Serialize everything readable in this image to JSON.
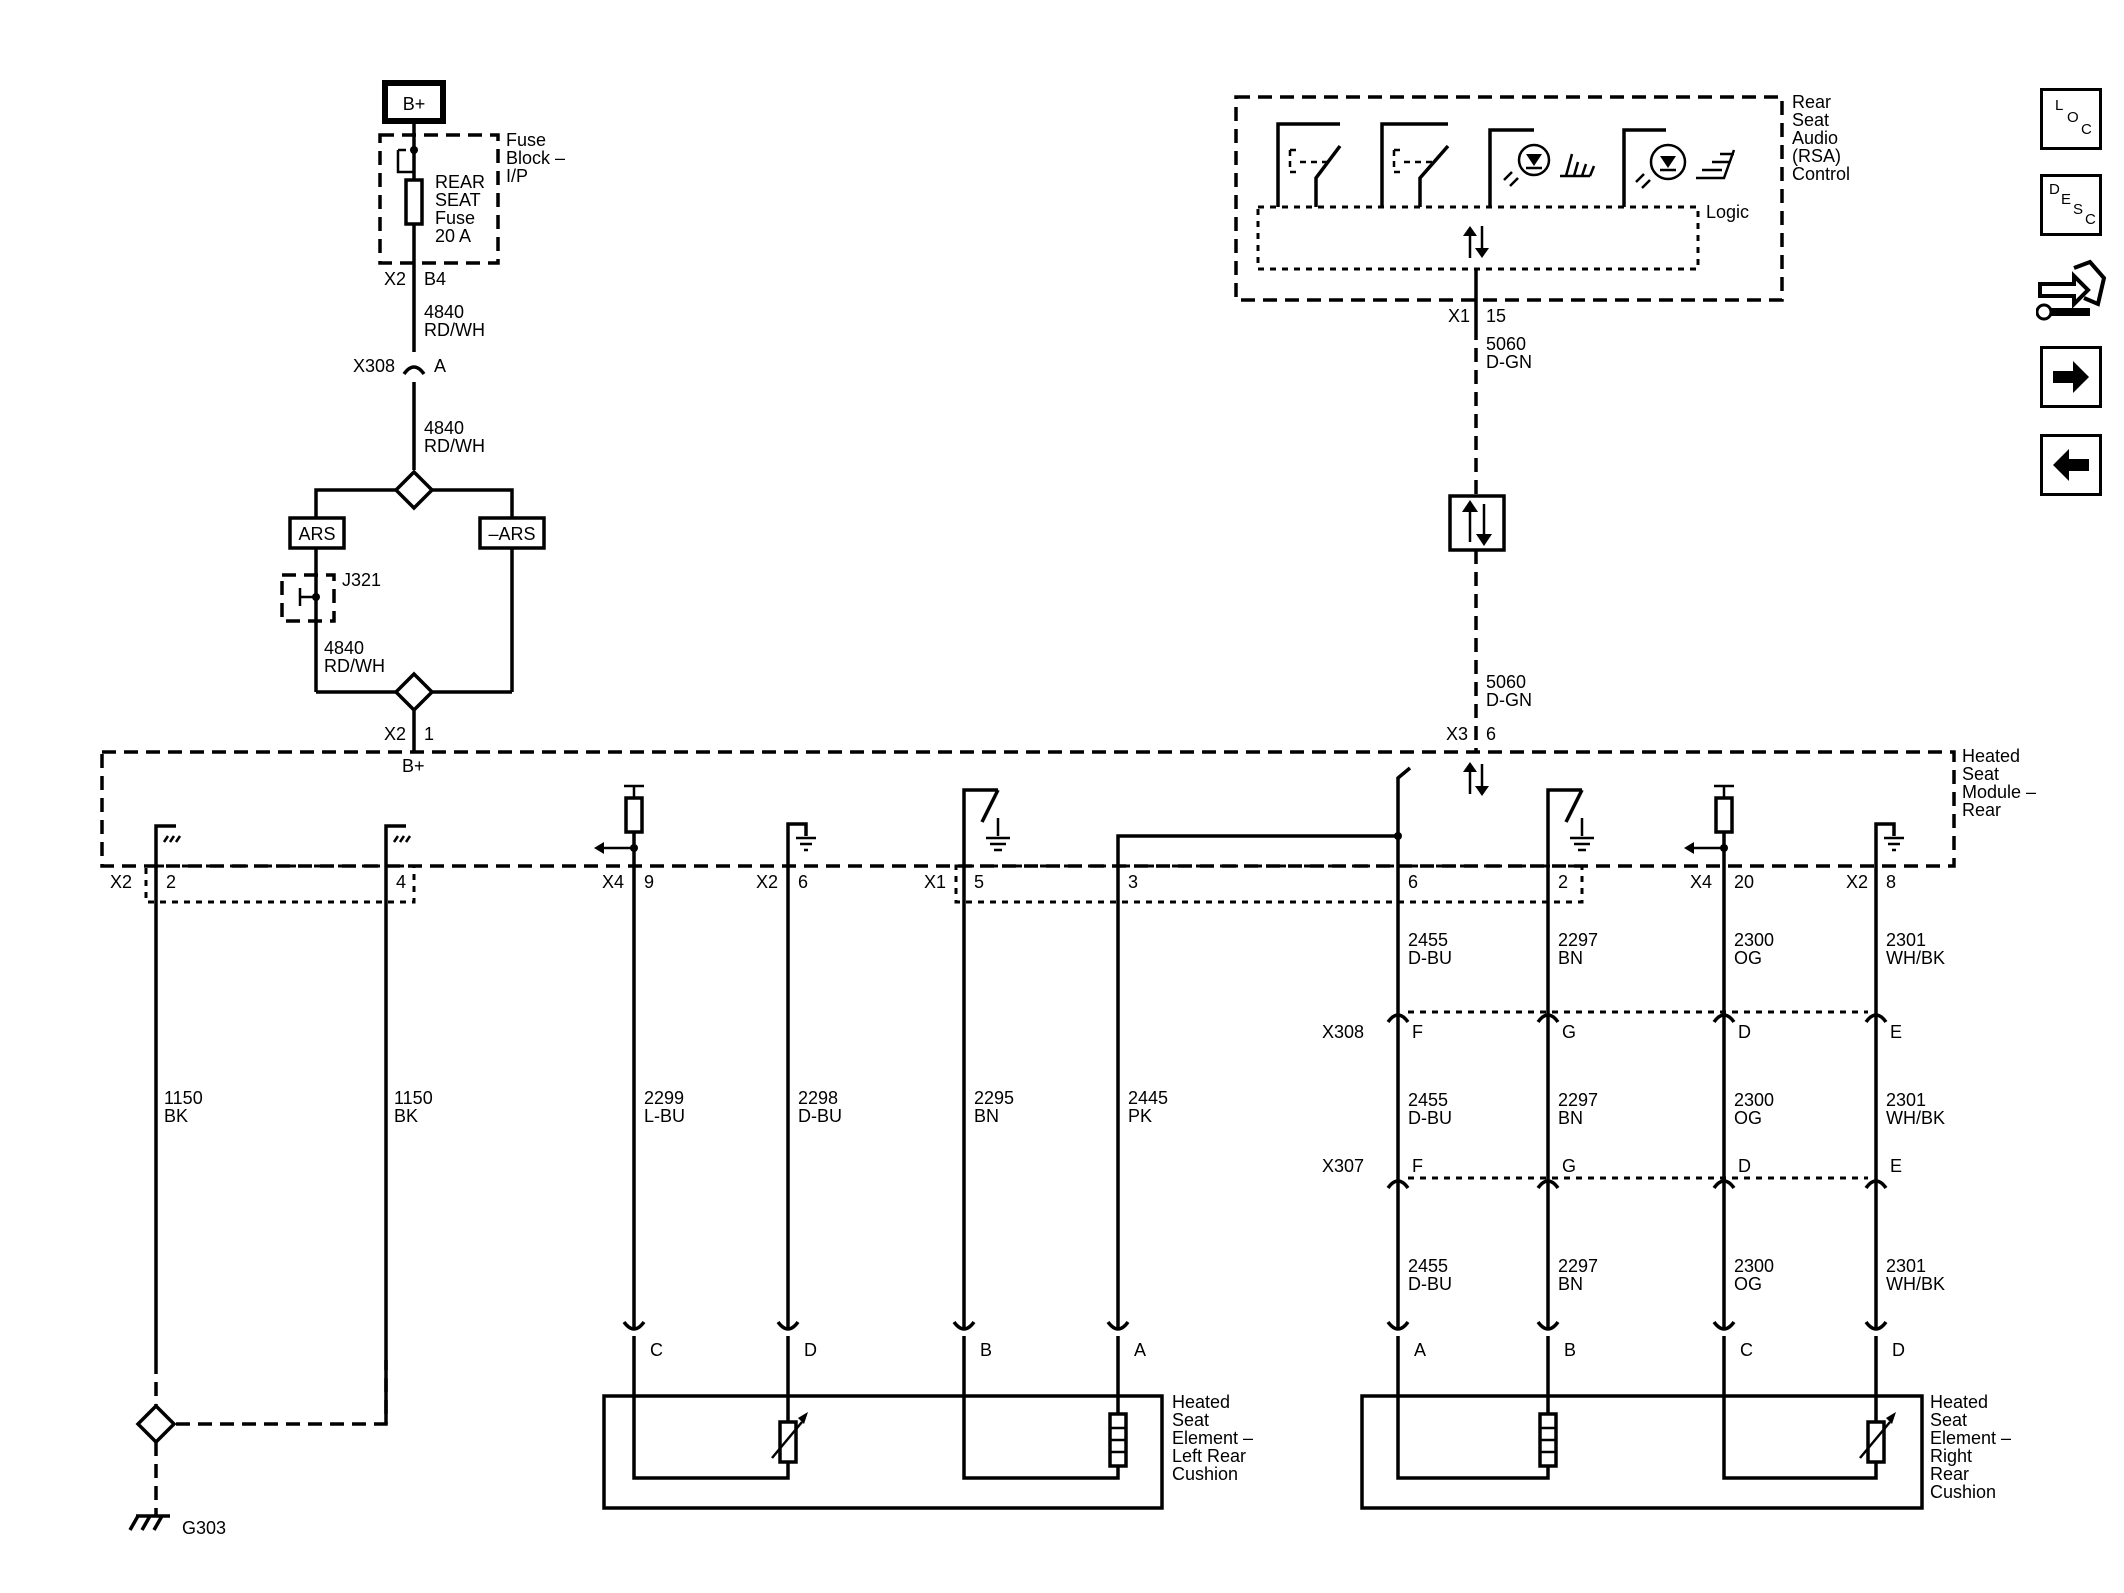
{
  "power": {
    "source": "B+",
    "fuse_block": [
      "Fuse",
      "Block –",
      "I/P"
    ],
    "fuse": [
      "REAR",
      "SEAT",
      "Fuse",
      "20 A"
    ],
    "fuse_connector": "X2",
    "fuse_pin": "B4"
  },
  "feed": {
    "circuit": "4840",
    "color": "RD/WH",
    "splice_connector": "X308",
    "splice_pin": "A"
  },
  "options": {
    "ars": "ARS",
    "no_ars": "–ARS",
    "jumper": "J321"
  },
  "module_input": {
    "connector": "X2",
    "pin": "1",
    "label": "B+"
  },
  "rsa": {
    "name": [
      "Rear",
      "Seat",
      "Audio",
      "(RSA)",
      "Control"
    ],
    "logic": "Logic",
    "connector": "X1",
    "pin": "15",
    "circuit": "5060",
    "color": "D-GN"
  },
  "data_link": {
    "circuit": "5060",
    "color": "D-GN",
    "connector": "X3",
    "pin": "6"
  },
  "module": {
    "name": [
      "Heated",
      "Seat",
      "Module –",
      "Rear"
    ]
  },
  "pins": [
    {
      "conn": "X2",
      "pin": "2"
    },
    {
      "conn": "",
      "pin": "4"
    },
    {
      "conn": "X4",
      "pin": "9"
    },
    {
      "conn": "X2",
      "pin": "6"
    },
    {
      "conn": "X1",
      "pin": "5"
    },
    {
      "conn": "",
      "pin": "3"
    },
    {
      "conn": "",
      "pin": "6"
    },
    {
      "conn": "",
      "pin": "2"
    },
    {
      "conn": "X4",
      "pin": "20"
    },
    {
      "conn": "X2",
      "pin": "8"
    }
  ],
  "left_wires": [
    {
      "circuit": "1150",
      "color": "BK"
    },
    {
      "circuit": "1150",
      "color": "BK"
    },
    {
      "circuit": "2299",
      "color": "L-BU"
    },
    {
      "circuit": "2298",
      "color": "D-BU"
    },
    {
      "circuit": "2295",
      "color": "BN"
    },
    {
      "circuit": "2445",
      "color": "PK"
    }
  ],
  "right_wires": [
    {
      "circuit": "2455",
      "color": "D-BU"
    },
    {
      "circuit": "2297",
      "color": "BN"
    },
    {
      "circuit": "2300",
      "color": "OG"
    },
    {
      "circuit": "2301",
      "color": "WH/BK"
    }
  ],
  "x308": {
    "label": "X308",
    "pins": [
      "F",
      "G",
      "D",
      "E"
    ]
  },
  "x307": {
    "label": "X307",
    "pins": [
      "F",
      "G",
      "D",
      "E"
    ]
  },
  "left_element": {
    "name": [
      "Heated",
      "Seat",
      "Element –",
      "Left Rear",
      "Cushion"
    ],
    "pins": [
      "C",
      "D",
      "B",
      "A"
    ]
  },
  "right_element": {
    "name": [
      "Heated",
      "Seat",
      "Element –",
      "Right",
      "Rear",
      "Cushion"
    ],
    "pins": [
      "A",
      "B",
      "C",
      "D"
    ]
  },
  "ground": {
    "label": "G303"
  },
  "nav": {
    "loc": [
      "L",
      "O",
      "C"
    ],
    "desc": [
      "D",
      "E",
      "S",
      "C"
    ]
  }
}
